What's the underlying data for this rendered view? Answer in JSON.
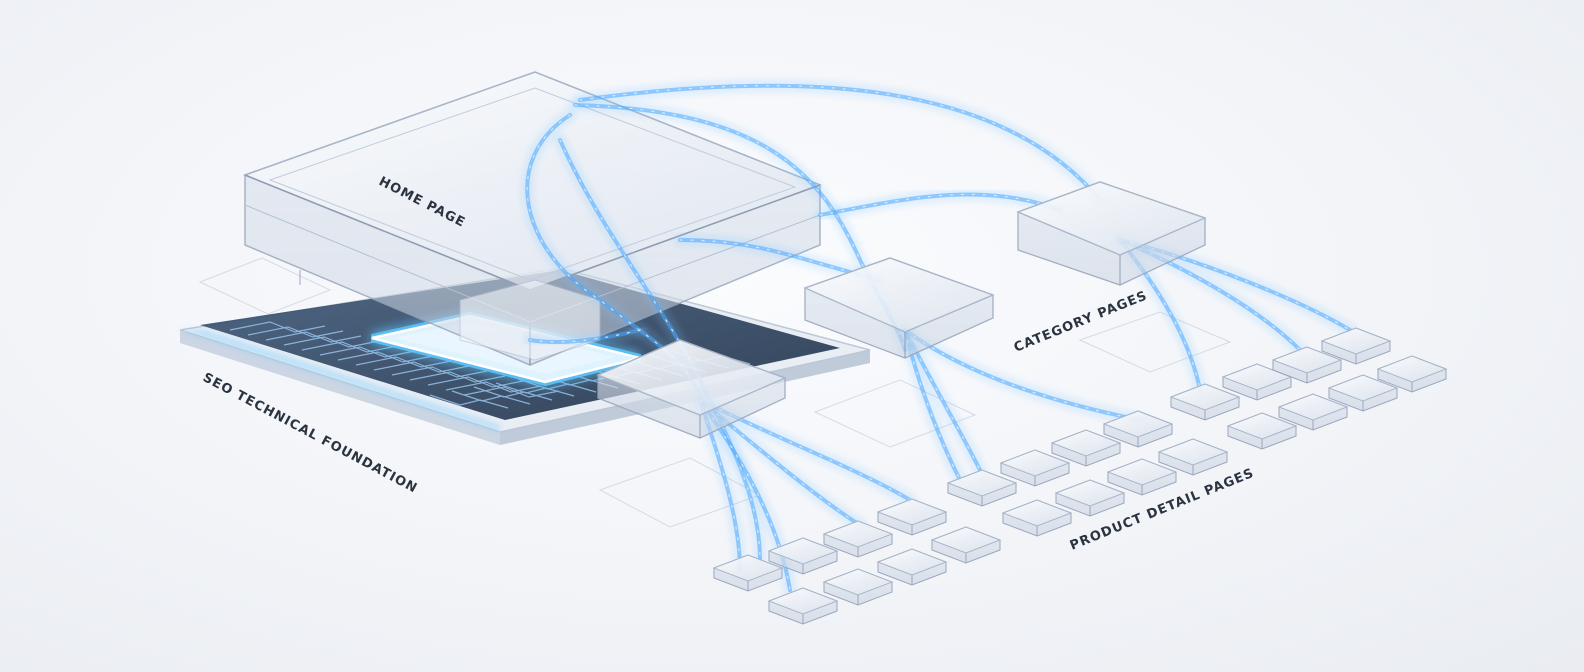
{
  "labels": {
    "home": "HOME PAGE",
    "foundation": "SEO TECHNICAL FOUNDATION",
    "category": "CATEGORY PAGES",
    "product": "PRODUCT DETAIL PAGES"
  },
  "colors": {
    "background": "#f2f4f8",
    "glass_edge": "#9aa7bd",
    "fiber": "#4aa8ff",
    "glow": "#5ec8ff",
    "chip": "#1f3654",
    "label": "#2b3340"
  }
}
